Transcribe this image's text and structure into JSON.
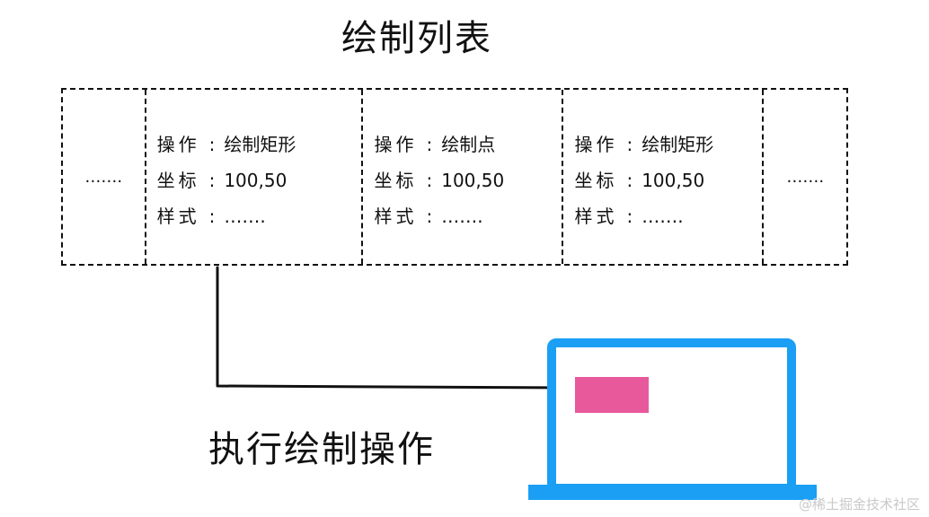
{
  "title": "绘制列表",
  "list": {
    "leading_ellipsis": "…….",
    "trailing_ellipsis": "…….",
    "commands": [
      {
        "op_label": "操作",
        "op_value": "绘制矩形",
        "coord_label": "坐标",
        "coord_value": "100,50",
        "style_label": "样式",
        "style_value": "……."
      },
      {
        "op_label": "操作",
        "op_value": "绘制点",
        "coord_label": "坐标",
        "coord_value": "100,50",
        "style_label": "样式",
        "style_value": "……."
      },
      {
        "op_label": "操作",
        "op_value": "绘制矩形",
        "coord_label": "坐标",
        "coord_value": "100,50",
        "style_label": "样式",
        "style_value": "……."
      }
    ]
  },
  "exec_label": "执行绘制操作",
  "colors": {
    "laptop": "#1a9ff5",
    "rect": "#e8599c",
    "stroke": "#111111"
  },
  "watermark": "@稀土掘金技术社区"
}
